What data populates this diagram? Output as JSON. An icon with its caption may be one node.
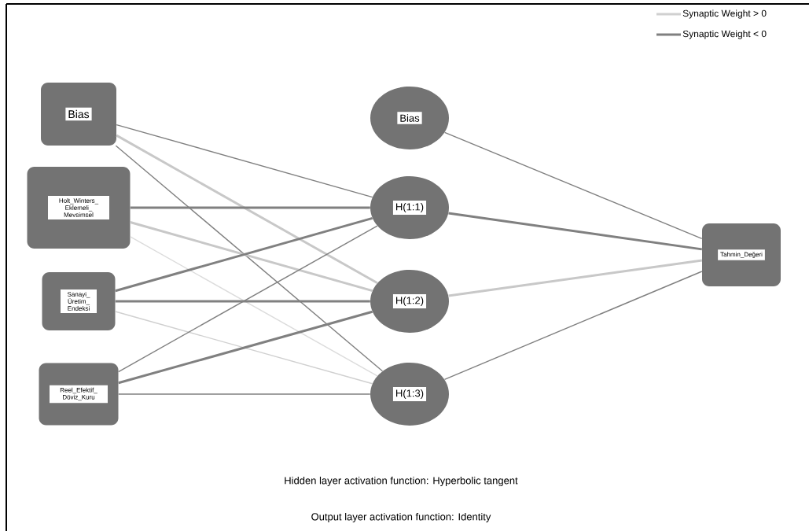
{
  "diagram": {
    "nodes": [
      {
        "text": [
          "Bias"
        ]
      },
      {
        "text": [
          "Holt_Winters_ Eklemeli_ Mevsimsel"
        ]
      },
      {
        "text": [
          "Sanayi_ Üretim_ Endeksi"
        ]
      },
      {
        "text": [
          "Reel_Efektif_ Döviz_Kuru"
        ]
      },
      {
        "text": [
          "Bias"
        ]
      },
      {
        "text": [
          "H(1:1)"
        ]
      },
      {
        "text": [
          "H(1:2)"
        ]
      },
      {
        "text": [
          "H(1:3)"
        ]
      },
      {
        "text": [
          "Tahmin_Değeri"
        ]
      }
    ],
    "edges": [
      {
        "from": 0,
        "to": 5,
        "arrow": "none"
      },
      {
        "from": 0,
        "to": 6,
        "arrow": "none",
        "style": "thick",
        "color": "#c8c8c8"
      },
      {
        "from": 0,
        "to": 7,
        "arrow": "none"
      },
      {
        "from": 1,
        "to": 5,
        "arrow": "none",
        "style": "thick"
      },
      {
        "from": 1,
        "to": 6,
        "arrow": "none",
        "style": "thick",
        "color": "#c8c8c8"
      },
      {
        "from": 1,
        "to": 7,
        "arrow": "none",
        "color": "#dcdcdc"
      },
      {
        "from": 2,
        "to": 5,
        "arrow": "none",
        "style": "thick"
      },
      {
        "from": 2,
        "to": 6,
        "arrow": "none",
        "style": "thick"
      },
      {
        "from": 2,
        "to": 7,
        "arrow": "none",
        "color": "#d0d0d0"
      },
      {
        "from": 3,
        "to": 5,
        "arrow": "none"
      },
      {
        "from": 3,
        "to": 6,
        "arrow": "none",
        "style": "thick"
      },
      {
        "from": 3,
        "to": 7,
        "arrow": "none"
      },
      {
        "from": 4,
        "to": 8,
        "arrow": "none"
      },
      {
        "from": 5,
        "to": 8,
        "arrow": "none",
        "style": "thick"
      },
      {
        "from": 6,
        "to": 8,
        "arrow": "none",
        "style": "thick",
        "color": "#c8c8c8"
      },
      {
        "from": 7,
        "to": 8,
        "arrow": "none"
      }
    ],
    "labels": [
      "Hidden layer activation function: Hyperbolic tangent",
      "Output layer activation function: Identity"
    ],
    "legend": [
      {
        "text": "Synaptic Weight > 0"
      },
      {
        "text": "Synaptic Weight < 0"
      }
    ]
  }
}
